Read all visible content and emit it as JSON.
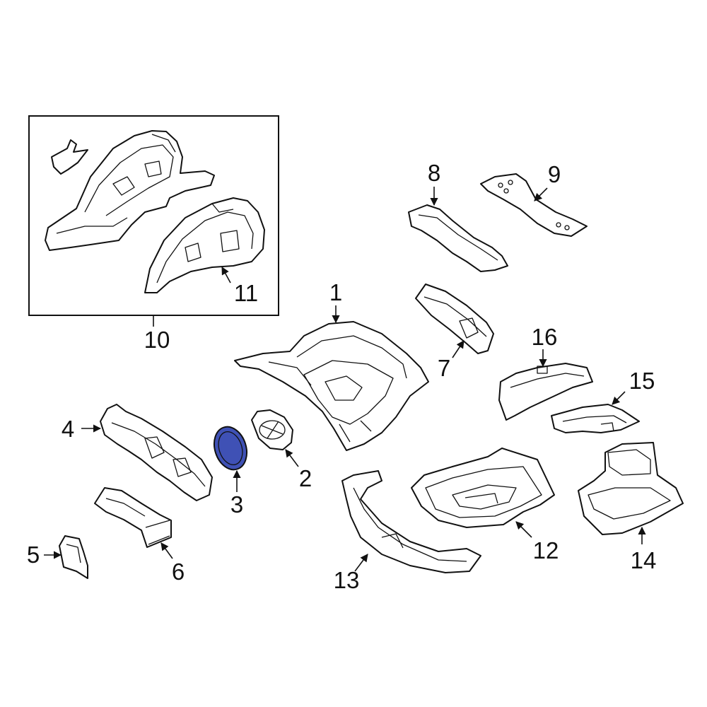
{
  "diagram": {
    "highlight_color": "#3f51b5",
    "callouts": [
      {
        "id": "1",
        "label": "1"
      },
      {
        "id": "2",
        "label": "2"
      },
      {
        "id": "3",
        "label": "3"
      },
      {
        "id": "4",
        "label": "4"
      },
      {
        "id": "5",
        "label": "5"
      },
      {
        "id": "6",
        "label": "6"
      },
      {
        "id": "7",
        "label": "7"
      },
      {
        "id": "8",
        "label": "8"
      },
      {
        "id": "9",
        "label": "9"
      },
      {
        "id": "10",
        "label": "10"
      },
      {
        "id": "11",
        "label": "11"
      },
      {
        "id": "12",
        "label": "12"
      },
      {
        "id": "13",
        "label": "13"
      },
      {
        "id": "14",
        "label": "14"
      },
      {
        "id": "15",
        "label": "15"
      },
      {
        "id": "16",
        "label": "16"
      }
    ],
    "highlighted_part": "3"
  }
}
